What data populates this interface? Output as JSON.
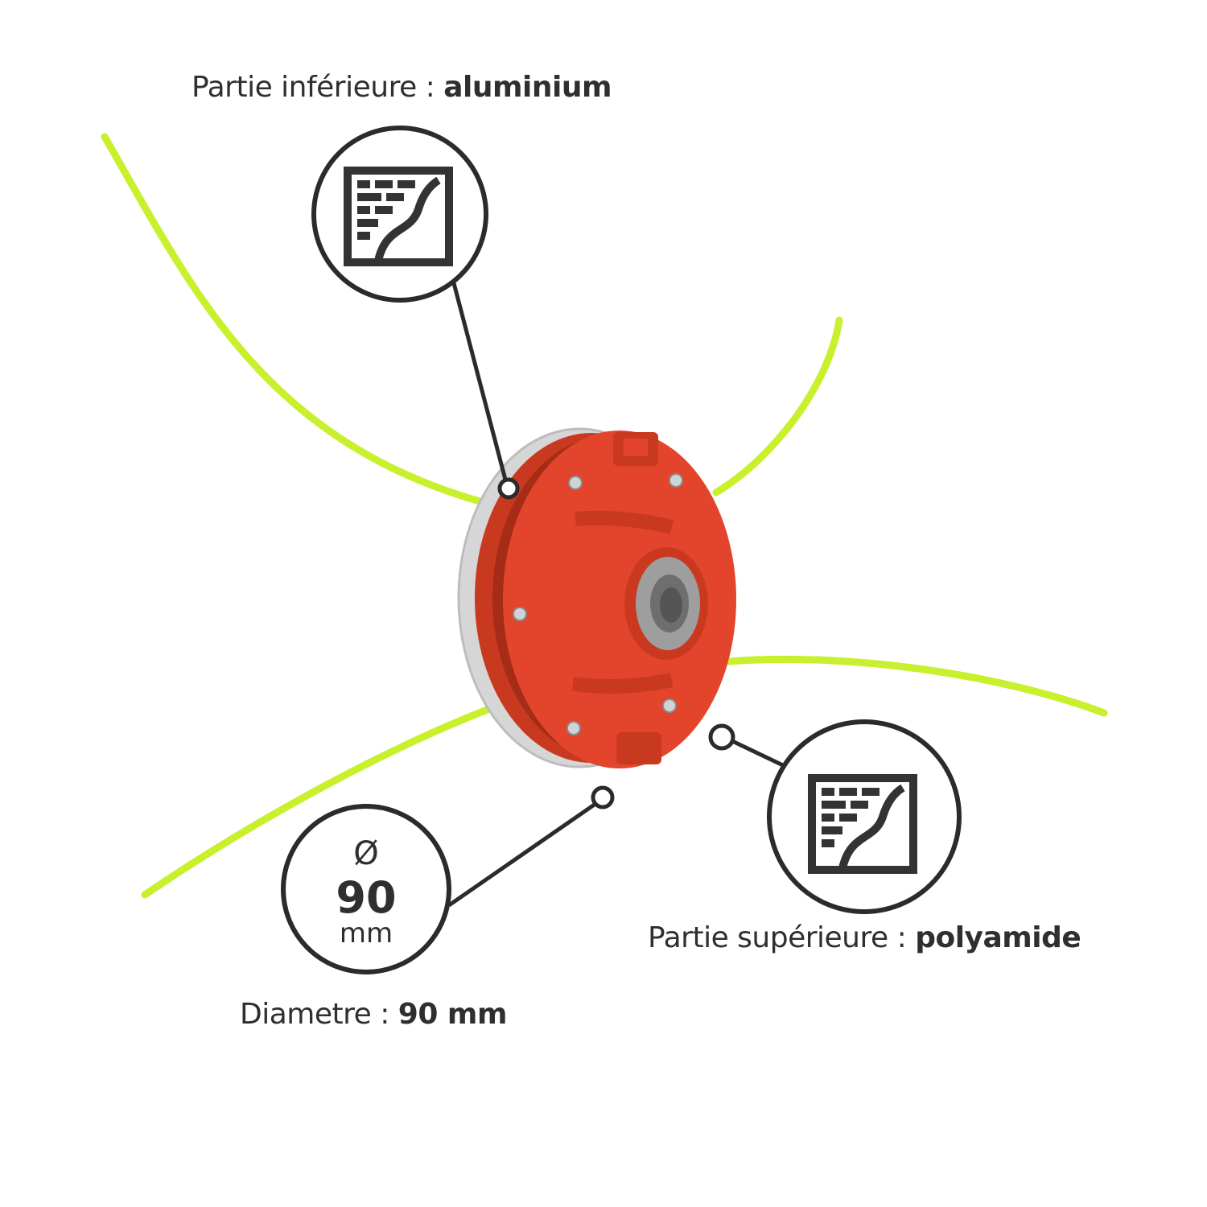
{
  "callouts": {
    "bottom_part": {
      "prefix": "Partie inférieure : ",
      "value": "aluminium"
    },
    "top_part": {
      "prefix": "Partie supérieure : ",
      "value": "polyamide"
    },
    "diameter": {
      "prefix": "Diametre : ",
      "value": "90 mm"
    }
  },
  "diameter_badge": {
    "symbol": "Ø",
    "number": "90",
    "unit": "mm"
  },
  "icons": [
    "material-texture-icon",
    "material-texture-icon"
  ],
  "colors": {
    "text": "#2f2f2f",
    "spool_red": "#e2452c",
    "line_green": "#c8f02c",
    "aluminium": "#d9d9d9"
  }
}
